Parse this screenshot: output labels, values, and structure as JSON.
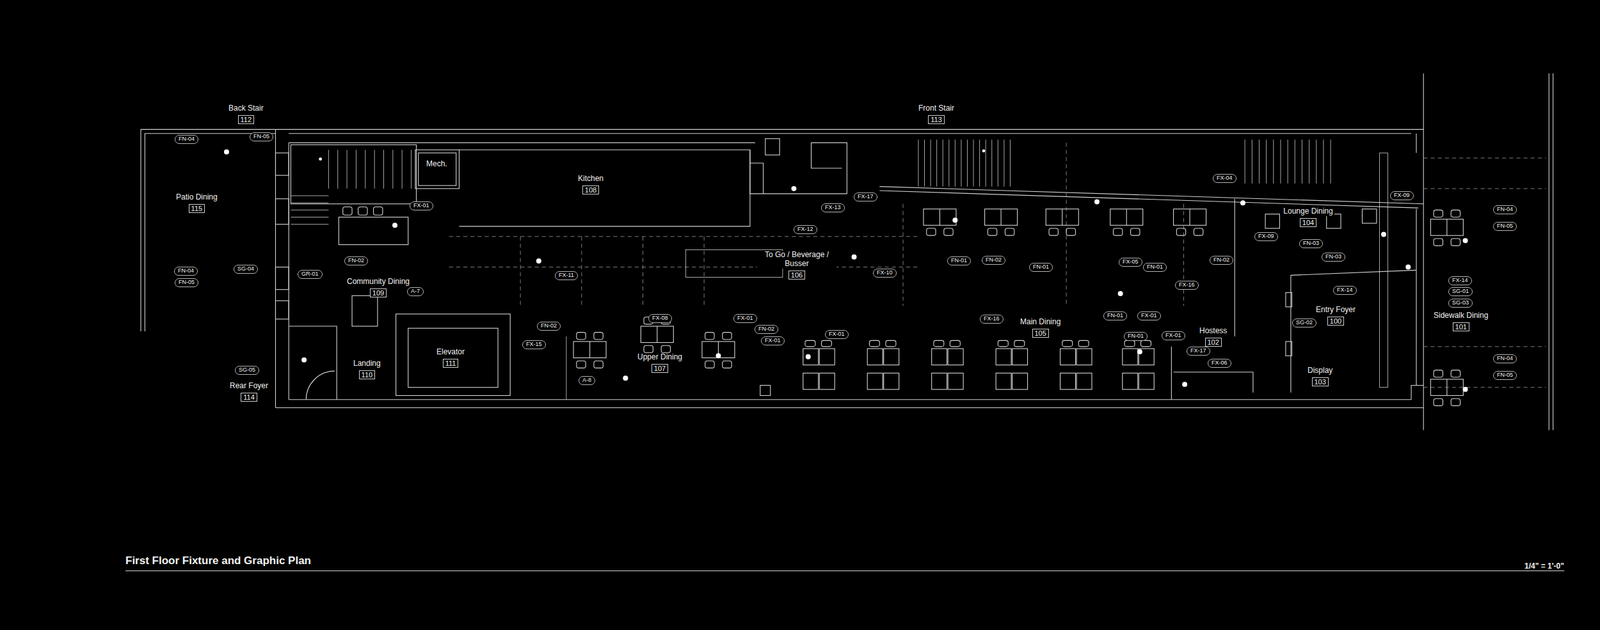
{
  "diagram": {
    "title": "First Floor Fixture and Graphic Plan",
    "nodes": [
      {
        "text": [
          "Back Stair",
          "112"
        ]
      },
      {
        "text": [
          "Front Stair",
          "113"
        ]
      },
      {
        "text": [
          "Mech."
        ]
      },
      {
        "text": [
          "Kitchen",
          "108"
        ]
      },
      {
        "text": [
          "Patio Dining",
          "115"
        ]
      },
      {
        "text": [
          "Lounge Dining",
          "104"
        ]
      },
      {
        "text": [
          "To Go / Beverage / Busser",
          "106"
        ]
      },
      {
        "text": [
          "Community Dining",
          "109"
        ]
      },
      {
        "text": [
          "Entry Foyer",
          "100"
        ]
      },
      {
        "text": [
          "Sidewalk Dining",
          "101"
        ]
      },
      {
        "text": [
          "Main Dining",
          "105"
        ]
      },
      {
        "text": [
          "Hostess",
          "102"
        ]
      },
      {
        "text": [
          "Elevator",
          "111"
        ]
      },
      {
        "text": [
          "Upper Dining",
          "107"
        ]
      },
      {
        "text": [
          "Landing",
          "110"
        ]
      },
      {
        "text": [
          "Display",
          "103"
        ]
      },
      {
        "text": [
          "Rear Foyer",
          "114"
        ]
      }
    ],
    "labels": [
      "FN-04",
      "FN-05",
      "FX-01",
      "FN-02",
      "SG-04",
      "GR-01",
      "FN-04",
      "FN-05",
      "A-7",
      "FX-11",
      "FN-02",
      "FX-08",
      "FX-01",
      "FN-02",
      "FX-15",
      "FX-01",
      "FX-01",
      "A-8",
      "SG-05",
      "FX-13",
      "FX-17",
      "FX-12",
      "FX-10",
      "FN-01",
      "FN-02",
      "FN-01",
      "FX-05",
      "FN-01",
      "FN-02",
      "FX-16",
      "FX-16",
      "FN-01",
      "FX-01",
      "FN-01",
      "FX-01",
      "FX-17",
      "FX-06",
      "FX-04",
      "FX-09",
      "FN-03",
      "FN-03",
      "FX-14",
      "SG-02",
      "FX-09",
      "FN-04",
      "FN-05",
      "FX-14",
      "SG-01",
      "SG-03",
      "FN-04",
      "FN-05",
      "1/4\" = 1'-0\""
    ]
  }
}
